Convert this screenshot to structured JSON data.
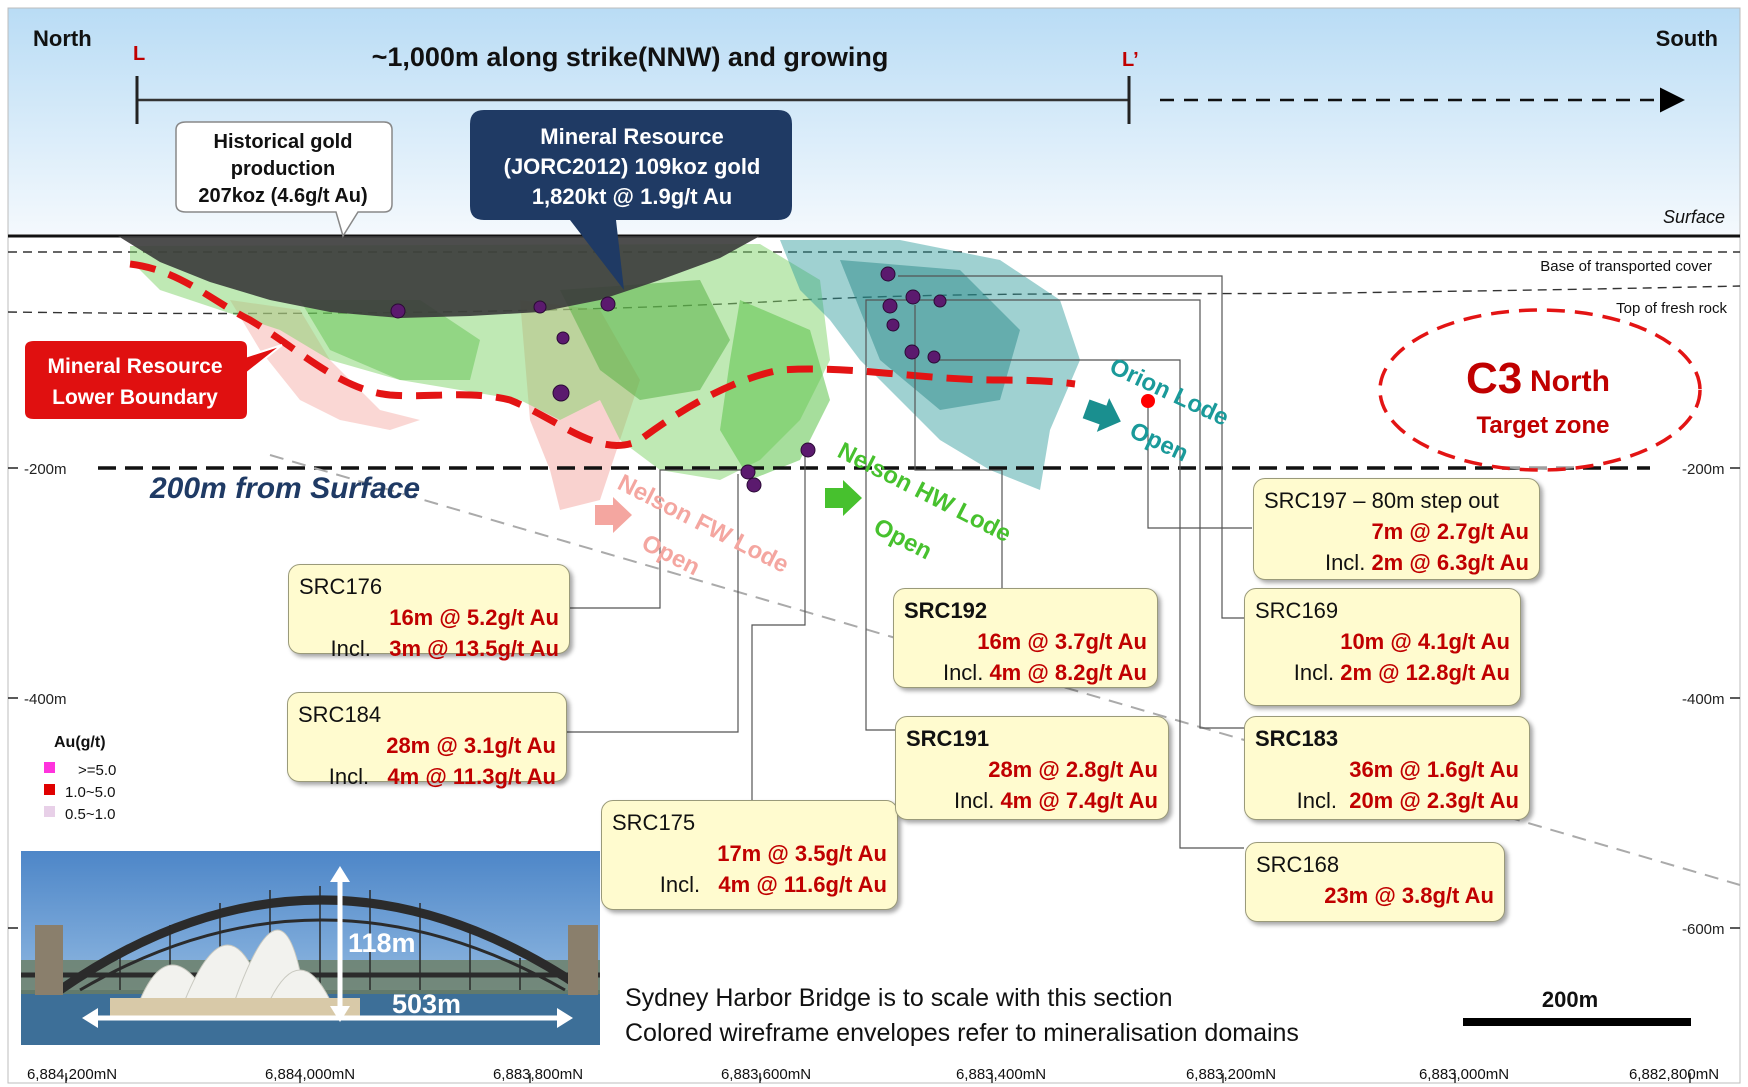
{
  "header": {
    "north": "North",
    "south": "South",
    "section_start": "L",
    "section_end": "L’",
    "strike_text": "~1,000m along strike(NNW) and growing"
  },
  "labels": {
    "surface": "Surface",
    "base_transported": "Base of transported cover",
    "top_fresh": "Top of fresh rock",
    "depth_200_left": "-200m",
    "depth_200_right": "-200m",
    "depth_400_left": "-400m",
    "depth_400_right": "-400m",
    "depth_600_right": "-600m",
    "from_surface": "200m from Surface"
  },
  "historical": {
    "line1": "Historical gold",
    "line2": "production",
    "line3": "207koz (4.6g/t Au)"
  },
  "resource": {
    "line1": "Mineral Resource",
    "line2": "(JORC2012) 109koz gold",
    "line3": "1,820kt @ 1.9g/t Au"
  },
  "lower_boundary": {
    "line1": "Mineral Resource",
    "line2": "Lower Boundary"
  },
  "target": {
    "c3": "C3",
    "north": "North",
    "zone": "Target zone"
  },
  "lodes": {
    "orion": "Orion Lode",
    "orion_open": "Open",
    "nelson_hw": "Nelson HW Lode",
    "nelson_hw_open": "Open",
    "nelson_fw": "Nelson FW Lode",
    "nelson_fw_open": "Open"
  },
  "legend": {
    "title": "Au(g/t)",
    "items": [
      {
        "label": ">=5.0",
        "color": "#ff33dd"
      },
      {
        "label": "1.0~5.0",
        "color": "#e00000"
      },
      {
        "label": "0.5~1.0",
        "color": "#e8d0e8"
      }
    ]
  },
  "bridge": {
    "height": "118m",
    "length": "503m"
  },
  "notes": {
    "line1": "Sydney Harbor Bridge is to scale with this section",
    "line2": "Colored wireframe envelopes refer to mineralisation domains"
  },
  "scale": {
    "label": "200m"
  },
  "northings": [
    "6,884,200mN",
    "6,884,000mN",
    "6,883,800mN",
    "6,883,600mN",
    "6,883,400mN",
    "6,883,200mN",
    "6,883,000mN",
    "6,882,800mN"
  ],
  "drillholes": {
    "src176": {
      "name": "SRC176",
      "int": "16m @   5.2g/t Au",
      "incl": "Incl.",
      "incl_int": "3m @ 13.5g/t Au"
    },
    "src184": {
      "name": "SRC184",
      "int": "28m @   3.1g/t Au",
      "incl": "Incl.",
      "incl_int": "4m @ 11.3g/t Au"
    },
    "src175": {
      "name": "SRC175",
      "int": "17m @   3.5g/t Au",
      "incl": "Incl.",
      "incl_int": "4m @ 11.6g/t Au"
    },
    "src192": {
      "name": "SRC192",
      "int": "16m @ 3.7g/t Au",
      "incl": "Incl.",
      "incl_int": "4m @ 8.2g/t Au"
    },
    "src191": {
      "name": "SRC191",
      "int": "28m @ 2.8g/t Au",
      "incl": "Incl.",
      "incl_int": "4m @ 7.4g/t Au"
    },
    "src197": {
      "name": "SRC197 – 80m step out",
      "int": "7m @ 2.7g/t Au",
      "incl": "Incl.",
      "incl_int": "2m @ 6.3g/t Au"
    },
    "src169": {
      "name": "SRC169",
      "int": "10m @   4.1g/t Au",
      "incl": "Incl.",
      "incl_int": "2m @ 12.8g/t Au"
    },
    "src183": {
      "name": "SRC183",
      "int": "36m @ 1.6g/t Au",
      "incl": "Incl.",
      "incl_int": "20m @ 2.3g/t Au"
    },
    "src168": {
      "name": "SRC168",
      "int": "23m @ 3.8g/t Au"
    }
  }
}
